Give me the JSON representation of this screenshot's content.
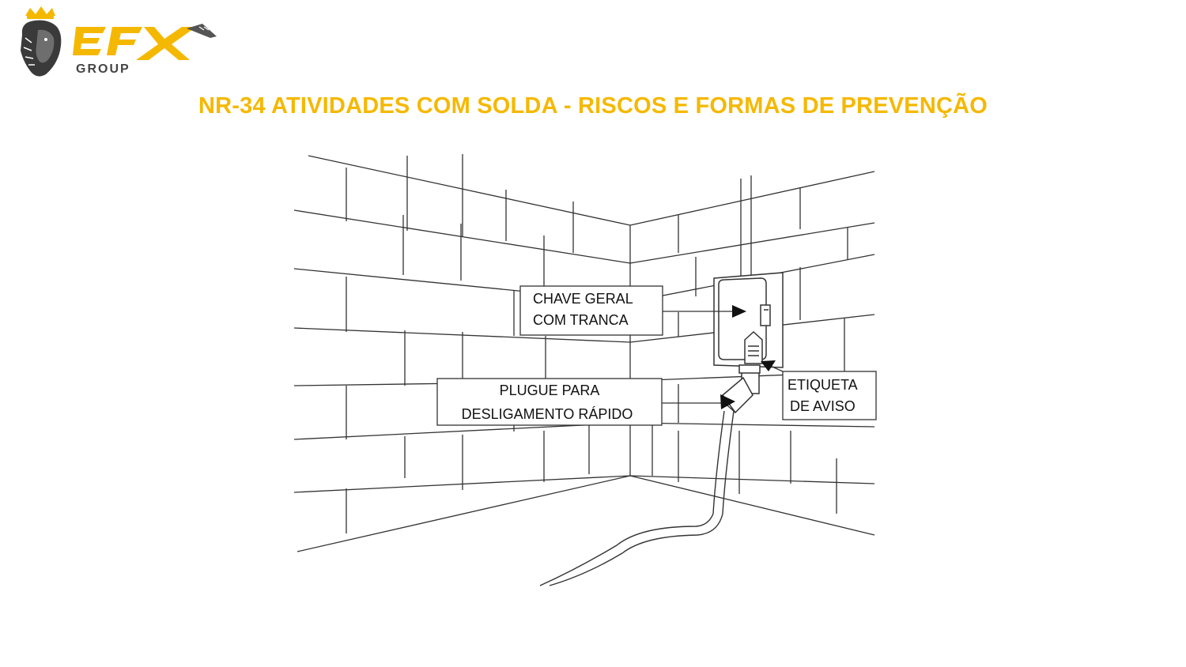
{
  "brand": {
    "name_main": "EFX",
    "name_sub": "GROUP",
    "accent": "#f5b800",
    "dark": "#444444",
    "logo_icon": "lion-crown-icon"
  },
  "title": "NR-34 ATIVIDADES COM SOLDA - RISCOS E FORMAS DE PREVENÇÃO",
  "diagram": {
    "labels": {
      "main_switch": {
        "line1": "CHAVE GERAL",
        "line2": "COM TRANCA"
      },
      "quick_plug": {
        "line1": "PLUGUE PARA",
        "line2": "DESLIGAMENTO RÁPIDO"
      },
      "warning_tag": {
        "line1": "ETIQUETA",
        "line2": "DE AVISO"
      }
    }
  }
}
